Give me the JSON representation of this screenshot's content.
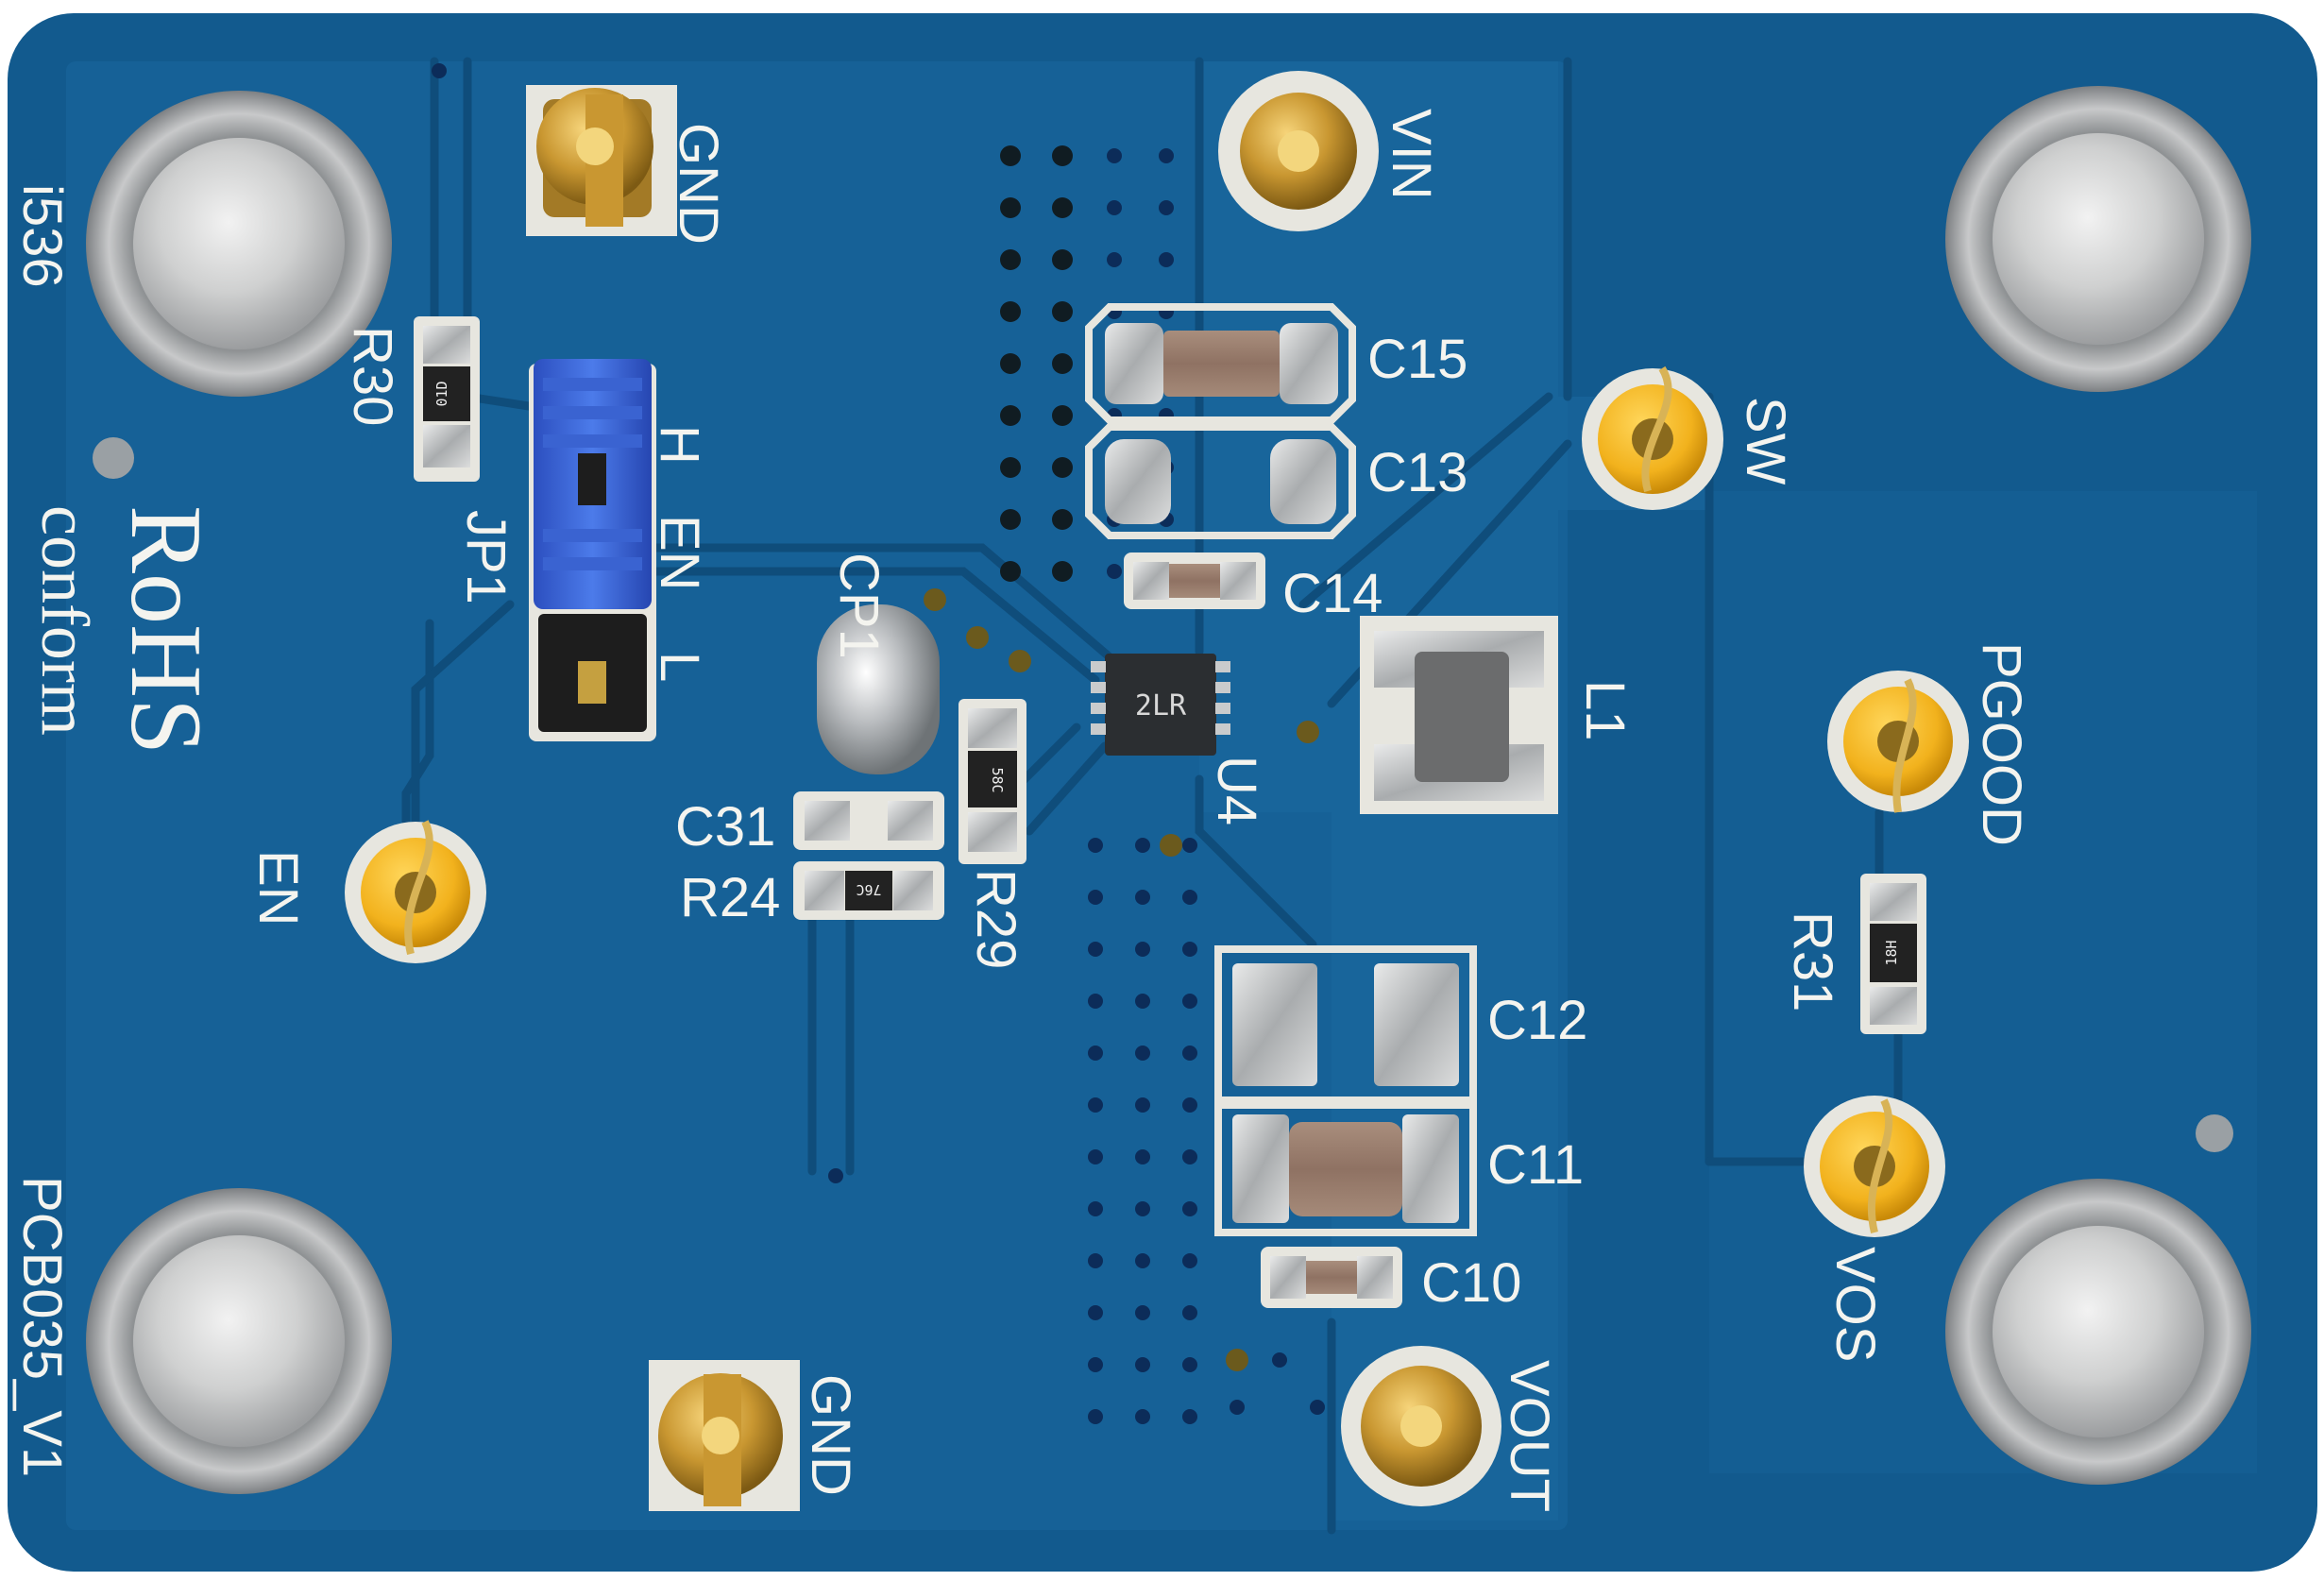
{
  "board": {
    "pcb_color": "#125a8e",
    "copper_color": "#1b6ba4",
    "silk_color": "#f4f4ef",
    "label_code": "i536",
    "rohs_line1": "RoHS",
    "rohs_line2": "conform",
    "pcb_id": "PCB035_V1"
  },
  "connectors": {
    "gnd_top": "GND",
    "vin": "VIN",
    "gnd_bottom": "GND",
    "vout": "VOUT"
  },
  "test_points": {
    "sw": "SW",
    "en": "EN",
    "pgood": "PGOOD",
    "vos": "VOS"
  },
  "jumper": {
    "ref": "JP1",
    "pin_h": "H",
    "pin_en": "EN",
    "pin_l": "L"
  },
  "references": {
    "r30": "R30",
    "r24": "R24",
    "r29": "R29",
    "r31": "R31",
    "c31": "C31",
    "c15": "C15",
    "c13": "C13",
    "c14": "C14",
    "c12": "C12",
    "c11": "C11",
    "c10": "C10",
    "cp1": "CP1",
    "u4": "U4",
    "l1": "L1"
  },
  "markings": {
    "u4_mark": "2LR",
    "r30_mark": "01D",
    "r29_mark": "58C",
    "r24_mark": "76C",
    "r31_mark": "18H"
  }
}
